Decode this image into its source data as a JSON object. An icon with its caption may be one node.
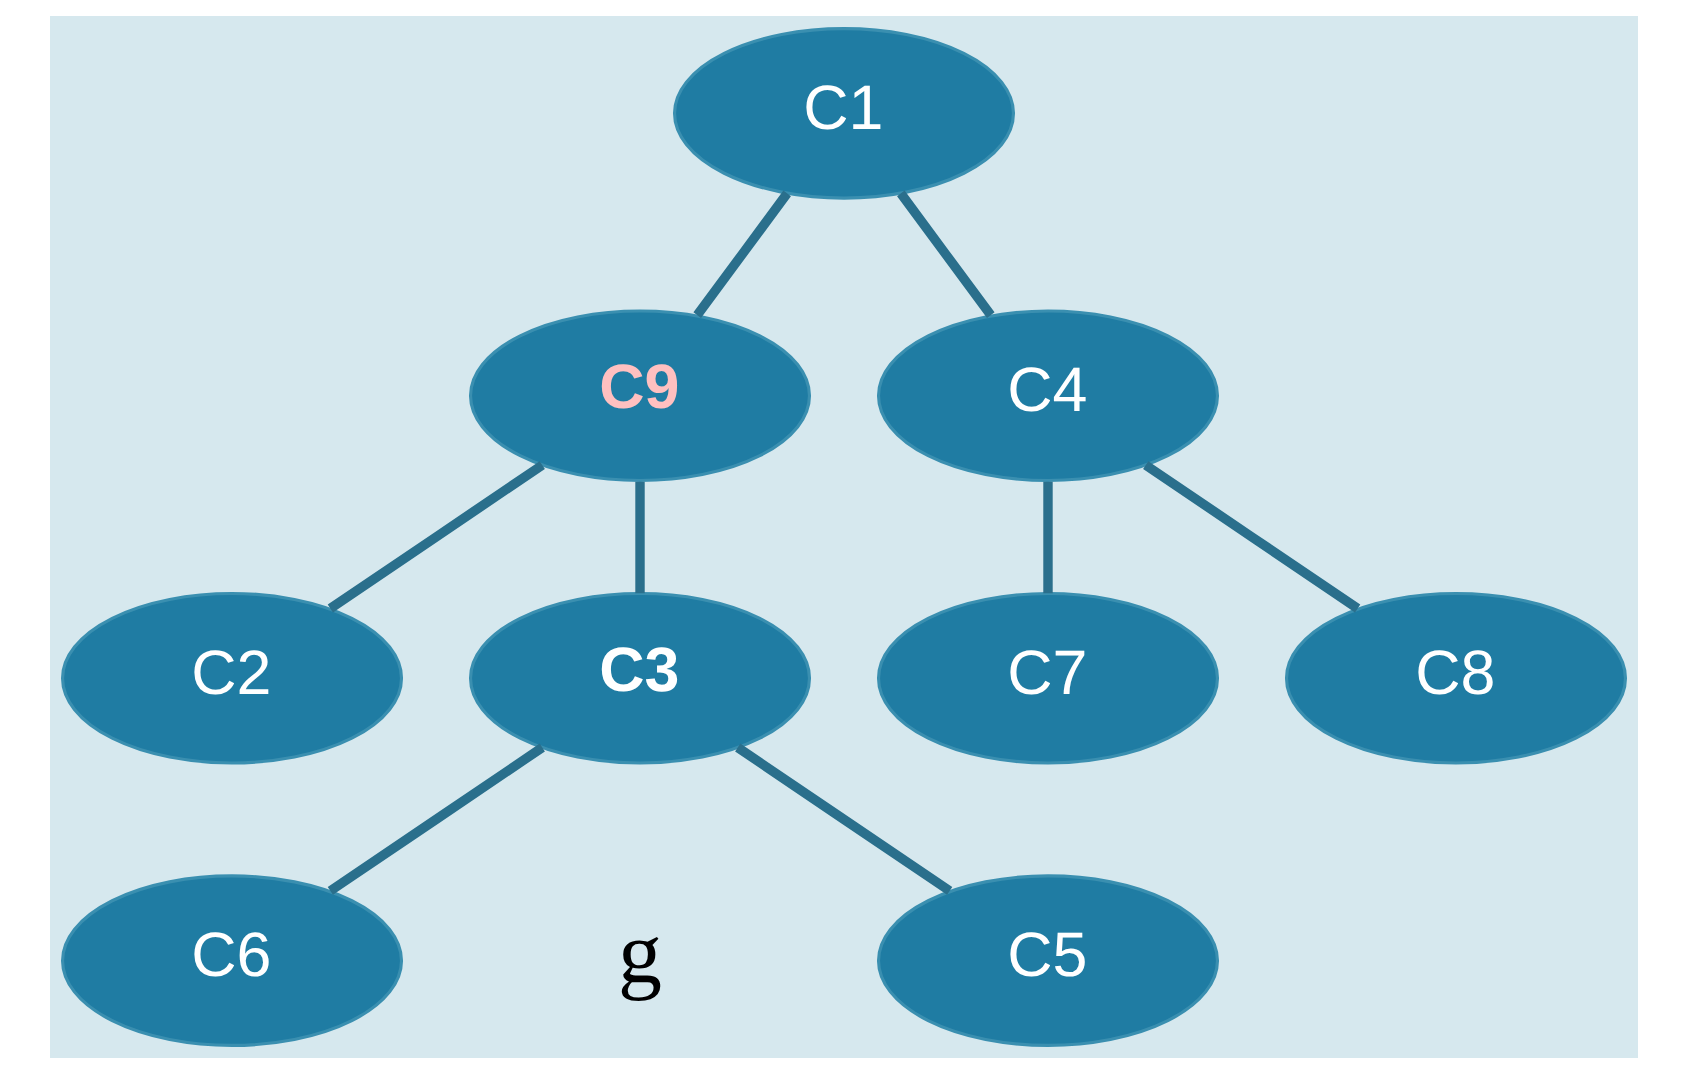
{
  "diagram": {
    "nodes": [
      {
        "text": [
          "C1"
        ]
      },
      {
        "text": [
          "C9"
        ]
      },
      {
        "text": [
          "C4"
        ]
      },
      {
        "text": [
          "C2"
        ]
      },
      {
        "text": [
          "C3"
        ]
      },
      {
        "text": [
          "C7"
        ]
      },
      {
        "text": [
          "C8"
        ]
      },
      {
        "text": [
          "C5"
        ]
      },
      {
        "text": [
          "C6"
        ]
      }
    ],
    "edges": [
      {
        "from": 0,
        "to": 1,
        "arrow": "none"
      },
      {
        "from": 0,
        "to": 2,
        "arrow": "none"
      },
      {
        "from": 1,
        "to": 3,
        "arrow": "none"
      },
      {
        "from": 1,
        "to": 4,
        "arrow": "none"
      },
      {
        "from": 2,
        "to": 5,
        "arrow": "none"
      },
      {
        "from": 2,
        "to": 6,
        "arrow": "none"
      },
      {
        "from": 4,
        "to": 7,
        "arrow": "none"
      },
      {
        "from": 4,
        "to": 8,
        "arrow": "none"
      }
    ],
    "labels": [
      "g"
    ]
  }
}
